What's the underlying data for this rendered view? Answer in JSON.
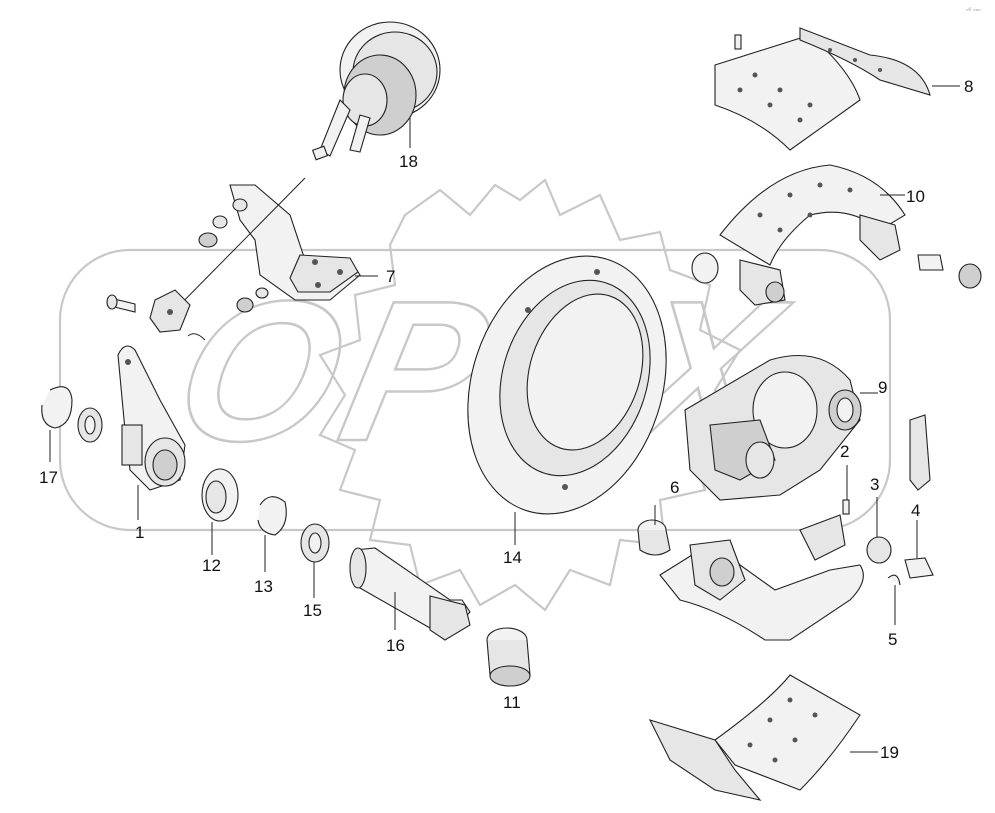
{
  "watermark": {
    "text": "OPEX"
  },
  "corner_mark": "◦ᵉ ▫▫▫",
  "callouts": [
    "1",
    "2",
    "3",
    "4",
    "5",
    "6",
    "7",
    "8",
    "9",
    "10",
    "11",
    "12",
    "13",
    "14",
    "15",
    "16",
    "17",
    "18",
    "19"
  ]
}
